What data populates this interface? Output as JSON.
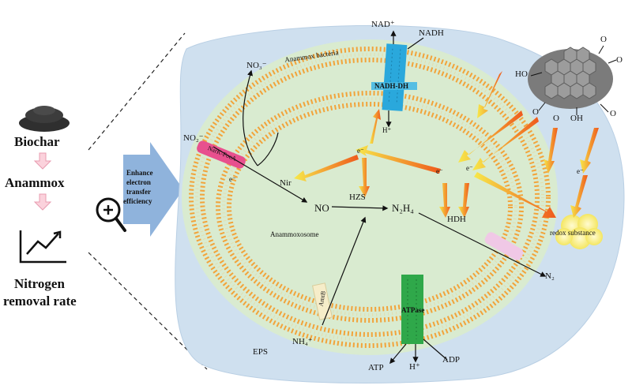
{
  "left": {
    "biochar": "Biochar",
    "anammox": "Anammox",
    "nitrogen": "Nitrogen",
    "removal_rate": "removal rate"
  },
  "enhance": {
    "line1": "Enhance",
    "line2": "electron",
    "line3": "transfer",
    "line4": "efficiency"
  },
  "labels": {
    "nad_plus": "NAD⁺",
    "nadh": "NADH",
    "nadh_dh": "NADH-DH",
    "h_plus_top": "H⁺",
    "no3": "NO₃⁻",
    "no2": "NO₂⁻",
    "nitrite_transporter": "NarK-FocA",
    "anammox_bacteria": "Anammox bacteria",
    "nir": "Nir",
    "hzs": "HZS",
    "no": "NO",
    "n2h4": "N₂H₄",
    "hdh": "HDH",
    "e_minus": "e⁻",
    "anammoxosome": "Anammoxosome",
    "n2": "N₂",
    "amt": "AmtB",
    "nh4": "NH₄⁺",
    "eps": "EPS",
    "atpase": "ATPase",
    "atp": "ATP",
    "adp": "ADP",
    "h_plus_bottom": "H⁺",
    "redox_substance": "redox substance",
    "oh1": "HO",
    "oh2": "OH",
    "o1": "O",
    "o2": "O",
    "o3": "O",
    "o4": "O",
    "o5": "O"
  },
  "colors": {
    "cell_outer": "#cfe0ef",
    "cell_inner": "#d9ebd0",
    "membrane_bead": "#f2a33a",
    "arrow_blue": "#8fb3dc",
    "arrow_pink": "#f4b9c4",
    "nadh_box": "#2aa8dc",
    "atpase_box": "#2fa84a",
    "nitrite_box": "#e8508e",
    "amt_box": "#f6edc9",
    "n2_channel": "#f0c8e6",
    "hot_arrow": "#f07a1e",
    "redox_blob": "#f7ec5c",
    "biochar": "#3a3a3a"
  }
}
